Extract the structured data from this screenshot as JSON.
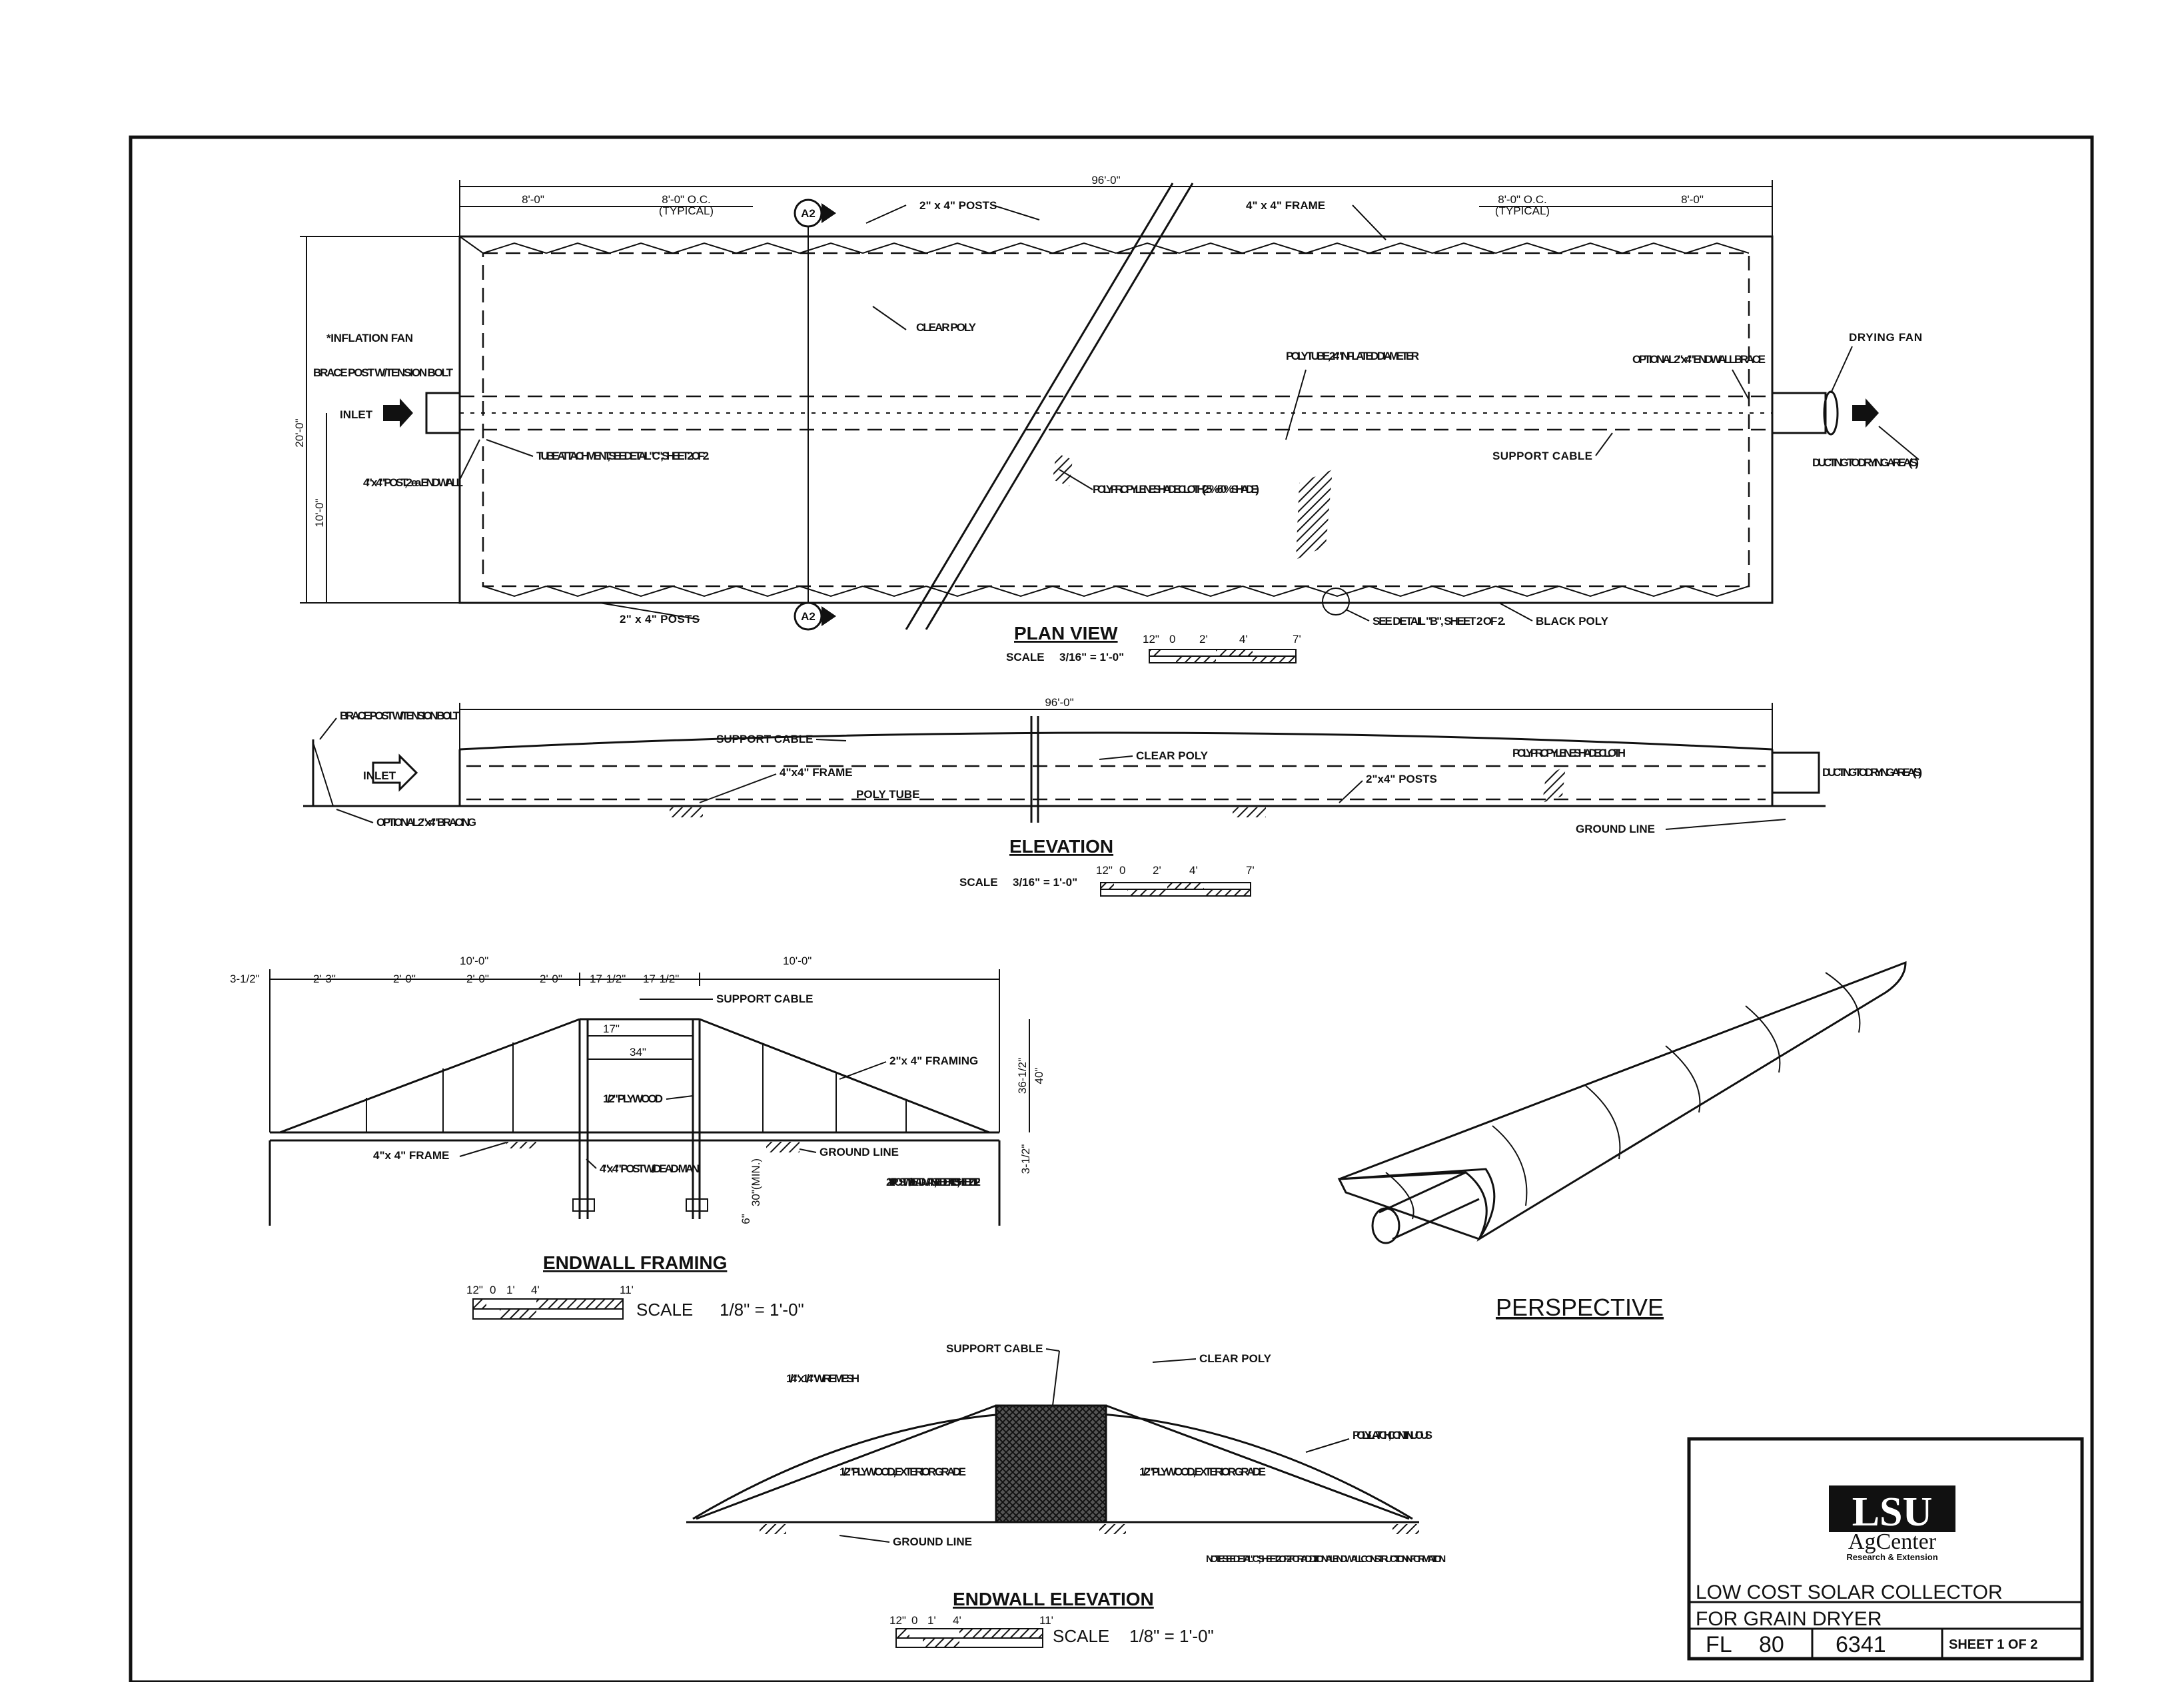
{
  "plan_view": {
    "title": "PLAN VIEW",
    "scale_label": "SCALE",
    "scale_value": "3/16\" = 1'-0\"",
    "scale_ticks": [
      "12\"",
      "0",
      "2'",
      "4'",
      "7'"
    ],
    "dim_total": "96'-0\"",
    "dim_end_left": "8'-0\"",
    "dim_oc_left": "8'-0\" O.C.",
    "typical_left": "(TYPICAL)",
    "dim_oc_right": "8'-0\" O.C.",
    "typical_right": "(TYPICAL)",
    "dim_end_right": "8'-0\"",
    "dim_width": "20'-0\"",
    "dim_half": "10'-0\"",
    "section_mark": "A2",
    "labels": {
      "posts_top": "2\" x 4\" POSTS",
      "frame": "4\" x 4\" FRAME",
      "inflation_fan": "*INFLATION FAN",
      "brace_post": "BRACE POST W/TENSION BOLT",
      "inlet": "INLET",
      "post": "4\" x 4\" POST, 2 ea. ENDWALL",
      "tube_attach": "TUBE ATTACHMENT, SEE DETAIL \"C\", SHEET 2 OF 2.",
      "clear_poly": "CLEAR POLY",
      "poly_tube": "POLY TUBE, 24\" INFLATED DIAMETER",
      "optional_brace": "OPTIONAL 2\"x4\" ENDWALL BRACE",
      "drying_fan": "DRYING FAN",
      "support_cable": "SUPPORT CABLE",
      "ducting": "DUCTING TO DRYING AREA(S)",
      "shade_cloth": "POLYPROPYLENE SHADE CLOTH (25%-50% SHADE)",
      "posts_bottom": "2\" x 4\" POSTS",
      "see_detail_b": "SEE DETAIL \"B\", SHEET 2 OF 2.",
      "black_poly": "BLACK POLY"
    }
  },
  "elevation": {
    "title": "ELEVATION",
    "scale_label": "SCALE",
    "scale_value": "3/16\" = 1'-0\"",
    "scale_ticks": [
      "12\"",
      "0",
      "2'",
      "4'",
      "7'"
    ],
    "dim_total": "96'-0\"",
    "labels": {
      "brace_post": "BRACE POST W/TENSION BOLT",
      "support_cable": "SUPPORT CABLE",
      "inlet": "INLET",
      "frame": "4\"x4\" FRAME",
      "poly_tube": "POLY TUBE",
      "clear_poly": "CLEAR POLY",
      "shade_cloth": "POLYPROPYLENE SHADE CLOTH",
      "posts": "2\"x4\" POSTS",
      "ducting": "DUCTING TO DRYING AREA(S)",
      "optional_bracing": "OPTIONAL 2\"x4\" BRACING",
      "ground_line": "GROUND LINE"
    }
  },
  "endwall_framing": {
    "title": "ENDWALL FRAMING",
    "scale_label": "SCALE",
    "scale_value": "1/8\" = 1'-0\"",
    "scale_ticks": [
      "12\"",
      "0",
      "1'",
      "4'",
      "11'"
    ],
    "dims": [
      "3-1/2\"",
      "2'-3\"",
      "2'-0\"",
      "2'-0\"",
      "2'-0\"",
      "17-1/2\"",
      "17-1/2\"",
      "10'-0\"",
      "10'-0\"",
      "17\"",
      "34\"",
      "36-1/2\"",
      "40\"",
      "3-1/2\"",
      "30\"(MIN.)",
      "6\""
    ],
    "labels": {
      "support_cable": "SUPPORT CABLE",
      "framing": "2\"x 4\" FRAMING",
      "plywood": "1/2\" PLYWOOD",
      "frame": "4\"x 4\" FRAME",
      "post_deadman": "4\"x 4\" POST W/DEAD-MAN",
      "ground_line": "GROUND LINE",
      "post_2x4": "2\"x 4\" POST W/DEAD-MAN, SEE DETAIL \"B\", SHEET 2 OF 2."
    }
  },
  "perspective": {
    "title": "PERSPECTIVE"
  },
  "endwall_elevation": {
    "title": "ENDWALL ELEVATION",
    "scale_label": "SCALE",
    "scale_value": "1/8\" = 1'-0\"",
    "scale_ticks": [
      "12\"",
      "0",
      "1'",
      "4'",
      "11'"
    ],
    "labels": {
      "support_cable": "SUPPORT CABLE",
      "clear_poly": "CLEAR POLY",
      "wire_mesh": "1/4\" x 1/4\" WIRE MESH",
      "poly_latch": "POLY-LATCH, CONTINUOUS",
      "plywood_left": "1/2\" PLYWOOD, EXTERIOR GRADE",
      "plywood_right": "1/2\" PLYWOOD, EXTERIOR GRADE",
      "ground_line": "GROUND LINE",
      "note": "NOTE: SEE DETAIL \"C\", SHEET 2 OF 2 FOR ADDITIONAL ENDWALL CONSTRUCTION INFORMATION."
    }
  },
  "title_block": {
    "logo_main": "LSU",
    "logo_sub": "AgCenter",
    "logo_tag": "Research & Extension",
    "title_line1": "LOW COST SOLAR COLLECTOR",
    "title_line2": "FOR GRAIN DRYER",
    "plan_prefix": "FL",
    "plan_year": "80",
    "plan_number": "6341",
    "sheet": "SHEET 1 OF 2"
  }
}
